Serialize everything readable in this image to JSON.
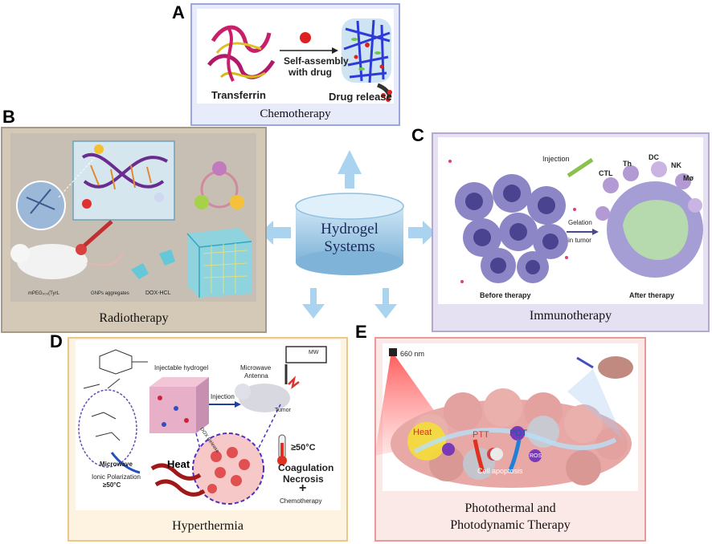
{
  "center": {
    "title_line1": "Hydrogel",
    "title_line2": "Systems"
  },
  "panels": {
    "A": {
      "letter": "A",
      "caption": "Chemotherapy",
      "labels": {
        "transferrin": "Transferrin",
        "self_assembly_1": "Self-assembly",
        "self_assembly_2": "with drug",
        "drug_release": "Drug release"
      }
    },
    "B": {
      "letter": "B",
      "caption": "Radiotherapy",
      "labels": {
        "legend_mpeg": "mPEG₀₀₀(TyrL",
        "legend_gnps": "GNPs aggregates",
        "legend_dox": "DOX-HCL"
      }
    },
    "C": {
      "letter": "C",
      "caption": "Immunotherapy",
      "labels": {
        "injection": "Injection",
        "gelation_1": "Gelation",
        "gelation_2": "in tumor",
        "before": "Before therapy",
        "after": "After therapy",
        "ctl": "CTL",
        "th": "Th",
        "dc": "DC",
        "nk": "NK",
        "mo": "Mø"
      }
    },
    "D": {
      "letter": "D",
      "caption": "Hyperthermia",
      "labels": {
        "injectable": "Injectable hydrogel",
        "injection": "Injection",
        "microwave_antenna_1": "Microwave",
        "microwave_antenna_2": "Antenna",
        "mw": "MW",
        "tumor": "Tumor",
        "microwave": "Microwave",
        "ionic_1": "Ionic Polarization",
        "ionic_2": "≥50°C",
        "heat": "Heat",
        "temp": "≥50°C",
        "coag_1": "Coagulation",
        "coag_2": "Necrosis",
        "plus": "+",
        "chemo": "Chemotherapy",
        "dox_release": "DOX Release"
      }
    },
    "E": {
      "letter": "E",
      "caption_line1": "Photothermal and",
      "caption_line2": "Photodynamic Therapy",
      "labels": {
        "wavelength": "660 nm",
        "heat": "Heat",
        "ptt": "PTT",
        "pdt": "PDT",
        "ros": "ROS",
        "cell": "Cell apoptosis"
      }
    }
  },
  "colors": {
    "panel_a_border": "#9aa6dc",
    "panel_a_bg": "#e7ebfa",
    "panel_b_border": "#a39a8c",
    "panel_b_bg": "#d4c8b6",
    "panel_c_border": "#b4a8d2",
    "panel_c_bg": "#e6e1f2",
    "panel_d_border": "#e8c98a",
    "panel_d_bg": "#fdf3e0",
    "panel_e_border": "#e99a96",
    "panel_e_bg": "#fbe9e7",
    "arrow": "#a9d3ee",
    "hydrogel": "#9ec9e4"
  }
}
